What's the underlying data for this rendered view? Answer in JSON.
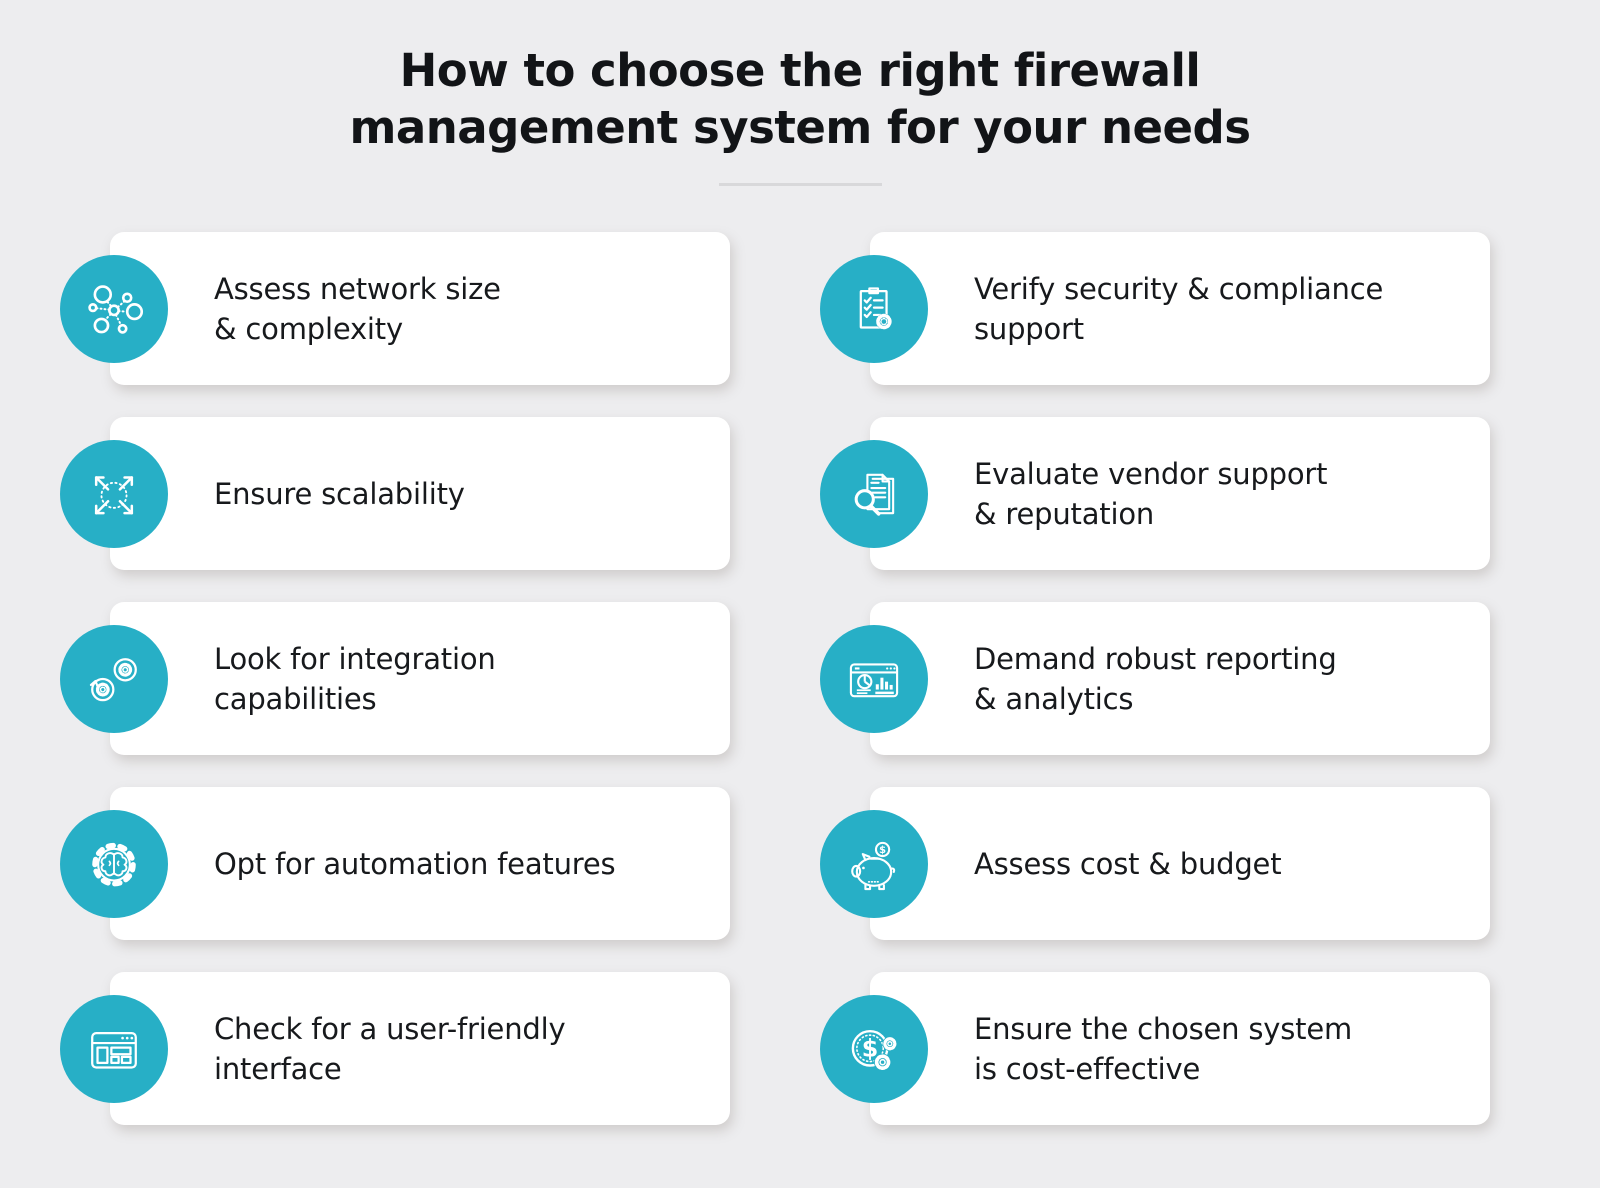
{
  "page": {
    "title": "How to choose the right firewall\nmanagement system for your needs"
  },
  "colors": {
    "accent": "#27AFC6",
    "background": "#EDEDEF",
    "card_background": "#FFFFFF",
    "text": "#17191C",
    "divider": "#D8D8DA"
  },
  "cards": [
    {
      "title": "Assess network size\n& complexity",
      "icon": "network-nodes-icon"
    },
    {
      "title": "Verify security & compliance\nsupport",
      "icon": "compliance-checklist-icon"
    },
    {
      "title": "Ensure scalability",
      "icon": "expand-arrows-icon"
    },
    {
      "title": "Evaluate vendor support\n& reputation",
      "icon": "document-search-icon"
    },
    {
      "title": "Look for integration\ncapabilities",
      "icon": "integration-gears-icon"
    },
    {
      "title": "Demand robust reporting\n& analytics",
      "icon": "analytics-dashboard-icon"
    },
    {
      "title": "Opt for automation features",
      "icon": "automation-brain-gear-icon"
    },
    {
      "title": "Assess cost & budget",
      "icon": "piggy-bank-coin-icon"
    },
    {
      "title": "Check for a user-friendly\ninterface",
      "icon": "browser-window-icon"
    },
    {
      "title": "Ensure the chosen system\nis cost-effective",
      "icon": "dollar-gears-icon"
    }
  ]
}
